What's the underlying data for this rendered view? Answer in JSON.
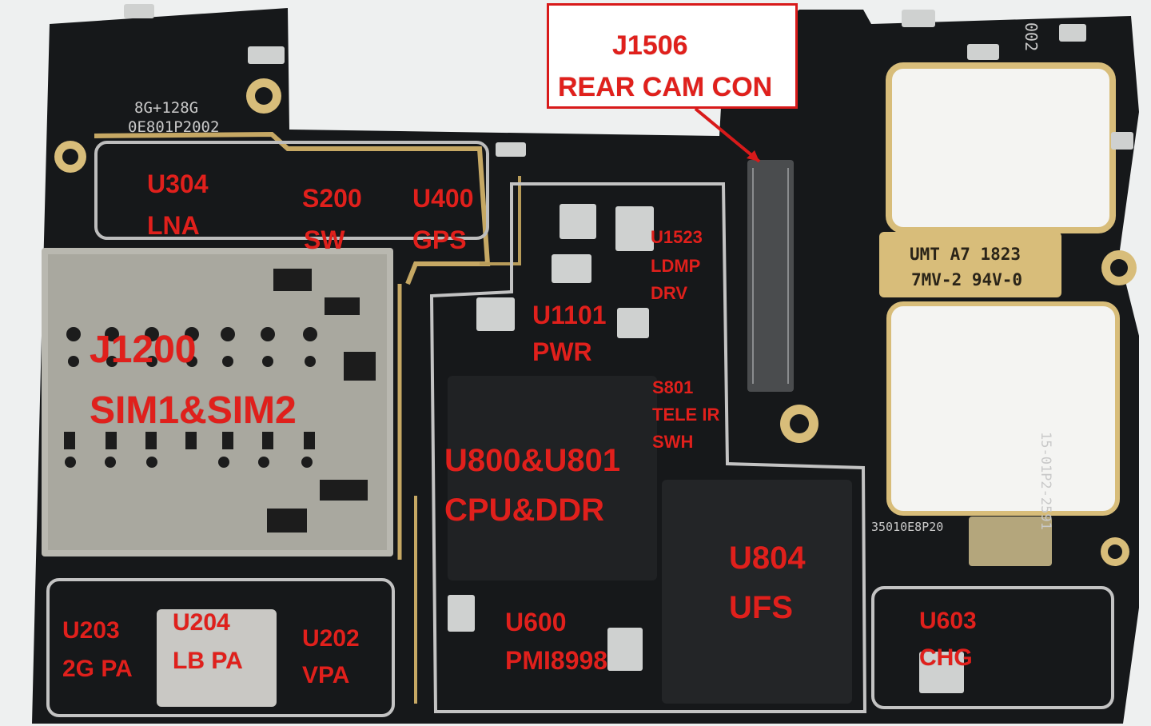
{
  "callout": {
    "line1": "J1506",
    "line2": "REAR CAM CON"
  },
  "labels": {
    "u304": "U304",
    "lna": "LNA",
    "s200": "S200",
    "sw": "SW",
    "u400": "U400",
    "gps": "GPS",
    "j1200": "J1200",
    "sim": "SIM1&SIM2",
    "u1523": "U1523",
    "ldmp": "LDMP",
    "drv": "DRV",
    "u1101": "U1101",
    "pwr": "PWR",
    "s801": "S801",
    "tele_ir": "TELE IR",
    "swh": "SWH",
    "u800": "U800&U801",
    "cpu": "CPU&DDR",
    "u804": "U804",
    "ufs": "UFS",
    "u203": "U203",
    "pa2g": "2G PA",
    "u204": "U204",
    "lbpa": "LB PA",
    "u202": "U202",
    "vpa": "VPA",
    "u600": "U600",
    "pmi": "PMI8998",
    "u603": "U603",
    "chg": "CHG"
  },
  "silkscreen": {
    "mem": "8G+128G",
    "pn": "0E801P2002",
    "gold1": "UMT A7  1823",
    "gold2": "7MV-2 94V-0",
    "code": "35010E8P20",
    "vert1": "15-01P2-2591",
    "top_code": "002"
  },
  "colors": {
    "label": "#e0201c",
    "board": "#16181a",
    "gold": "#d8bd7a"
  }
}
